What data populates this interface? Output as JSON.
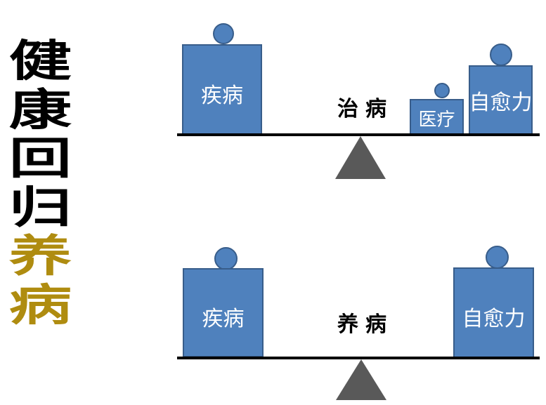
{
  "slide": {
    "title": {
      "text": "健康回归养病",
      "chars": [
        "健",
        "康",
        "回",
        "归",
        "养",
        "病"
      ],
      "black_color": "#000000",
      "accent_color": "#AF8C10",
      "accent_chars": "养病"
    },
    "balance_top": {
      "center_label": "治病",
      "left_weight_label": "疾病",
      "right_weight_small_label": "医疗",
      "right_weight_large_label": "自愈力"
    },
    "balance_bottom": {
      "center_label": "养病",
      "left_weight_label": "疾病",
      "right_weight_label": "自愈力"
    },
    "colors": {
      "weight_fill": "#4F81BD",
      "weight_border": "#385D8A",
      "weight_text": "#FFFFFF",
      "beam": "#000000",
      "fulcrum": "#595959"
    }
  }
}
